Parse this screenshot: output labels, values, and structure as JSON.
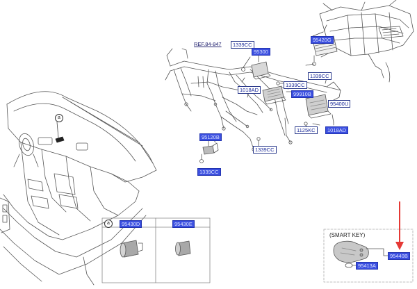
{
  "labels": {
    "ref": "REF.84-847",
    "p1339cc_a": "1339CC",
    "p95300": "95300",
    "p95420g": "95420G",
    "p1339cc_b": "1339CC",
    "p1339cc_c": "1339CC",
    "p1018ad_a": "1018AD",
    "p99910b": "99910B",
    "p95400u": "95400U",
    "p1125kc": "1125KC",
    "p1018ad_b": "1018AD",
    "p95120b": "95120B",
    "p1339cc_d": "1339CC",
    "p1339cc_e": "1339CC"
  },
  "detail_a": {
    "marker": "a",
    "col1": "95430D",
    "col2": "95430E"
  },
  "smart_key": {
    "title": "(SMART KEY)",
    "part1": "95440B",
    "part2": "95413A"
  },
  "markers": {
    "a": "a"
  },
  "colors": {
    "highlight": "#3b4fe0",
    "line": "#444444",
    "arrow": "#e53935"
  }
}
